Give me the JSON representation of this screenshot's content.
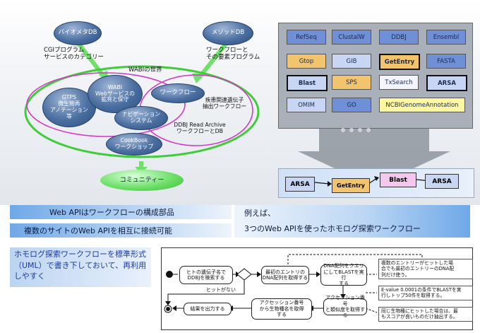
{
  "left_diagram": {
    "bio_db": "バイオメタDB",
    "method_db": "メソッドDB",
    "cgi_label": "CGIプログラム\nサービスのカテゴリー",
    "workflow_label": "ワークフローと\nその要素プログラム",
    "world_title": "WABIの世界",
    "gtps": "GTPS\n微生物再\nアノテーション\n等",
    "wabi": "WABI\nWebサービスの\n拡充と保守",
    "workflow": "ワークフロー",
    "disease": "疾患関連遺伝子\n抽出ワークフロー",
    "navigation": "ナビゲーション\nシステム",
    "ddbj_archive": "DDBJ Read Archive\nワークフローとDB",
    "cookbook": "CookBook\nワークショップ",
    "community": "コミュニティー"
  },
  "right_diagram": {
    "tiles": [
      {
        "label": "RefSeq",
        "style": "t-blue"
      },
      {
        "label": "ClustalW",
        "style": "t-blue"
      },
      {
        "label": "DDBJ",
        "style": "t-blue"
      },
      {
        "label": "Ensembl",
        "style": "t-blue"
      },
      {
        "label": "Gtop",
        "style": "t-orange"
      },
      {
        "label": "GIB",
        "style": "t-pale"
      },
      {
        "label": "GetEntry",
        "style": "t-orange bold"
      },
      {
        "label": "FASTA",
        "style": "t-blue"
      },
      {
        "label": "Blast",
        "style": "t-pale bold"
      },
      {
        "label": "SPS",
        "style": "t-orange"
      },
      {
        "label": "TxSearch",
        "style": "t-white"
      },
      {
        "label": "ARSA",
        "style": "t-pale bold"
      },
      {
        "label": "OMIM",
        "style": "t-pale"
      },
      {
        "label": "GO",
        "style": "t-blue"
      },
      {
        "label": "NCBIGenomeAnnotation",
        "style": "t-yellow"
      }
    ],
    "workflow": [
      "ARSA",
      "GetEntry",
      "Blast",
      "ARSA"
    ]
  },
  "bars": {
    "left1": "Web APIはワークフローの構成部品",
    "left2": "複数のサイトのWeb APIを相互に接続可能",
    "right_line1": "例えば、",
    "right_line2": "3つのWeb APIを使ったホモログ探索ワークフロー"
  },
  "bottom_note": "ホモログ探索ワークフローを標準形式（UML）で書き下しておいて、再利用しやすく",
  "uml": {
    "step1": "ヒトの遺伝子名で\nDDBJを検索する",
    "no_hit": "ヒットがない",
    "step2": "最初のエントリの\nDNA配列を取得する",
    "step3": "DNA配列をクエリ\nにしてBLASTを実行\nする",
    "step4": "アクセッション番号\nと類似度を取得する",
    "step5": "アクセッション番号\nから生物種名を取得\nする",
    "step6": "結果を出力する",
    "note1": "複数のエントリーがヒットした場\n合でも最初のエントリーのDNA配\n列だけ使う。",
    "note2": "E-value 0.0001の条件でBLASTを実\n行しトップ50件を取得する。",
    "note3": "同じ生物種にヒットした場合は、最\nもスコアが良いものだけ抽出する。"
  }
}
